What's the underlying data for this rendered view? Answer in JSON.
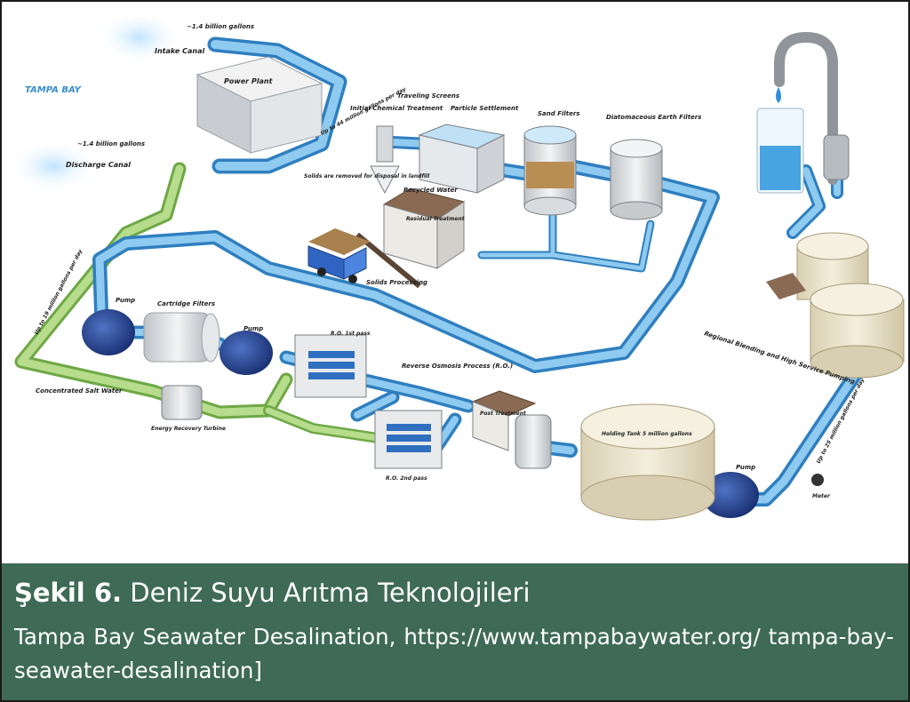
{
  "diagram": {
    "labels": {
      "tampa_bay": "TAMPA BAY",
      "intake_canal": "Intake Canal",
      "intake_flow": "~1.4 billion gallons",
      "discharge_canal": "Discharge Canal",
      "discharge_flow": "~1.4 billion gallons",
      "power_plant": "Power Plant",
      "up_to_44": "Up to 44 million gallons per day",
      "initial_chemical_treatment": "Initial Chemical Treatment",
      "traveling_screens": "Traveling Screens",
      "particle_settlement": "Particle Settlement",
      "sand_filters": "Sand Filters",
      "diatomaceous_earth_filters": "Diatomaceous Earth Filters",
      "solids_removed": "Solids are removed for disposal in landfill",
      "recycled_water": "Recycled Water",
      "residual_treatment": "Residual Treatment",
      "solids_processing": "Solids Processing",
      "up_to_19": "Up to 19 million gallons per day",
      "pump_1": "Pump",
      "cartridge_filters": "Cartridge Filters",
      "pump_2": "Pump",
      "ro_1st_pass": "R.O. 1st pass",
      "reverse_osmosis": "Reverse Osmosis Process (R.O.)",
      "concentrated_salt_water": "Concentrated Salt Water",
      "energy_recovery_turbine": "Energy Recovery Turbine",
      "ro_2nd_pass": "R.O. 2nd pass",
      "post_treatment": "Post Treatment",
      "holding_tank": "Holding Tank 5 million gallons",
      "regional_blending": "Regional Blending and High Service Pumping",
      "up_to_25": "Up to 25 million gallons per day",
      "pump_3": "Pump",
      "meter": "Meter"
    },
    "colors": {
      "pipe_blue": "#5aa9dc",
      "pipe_green": "#9ccc6e",
      "pump_navy": "#1f3f8a",
      "caption_bg": "#3e6a56"
    }
  },
  "caption": {
    "label": "Şekil 6.",
    "title": " Deniz Suyu Arıtma Teknolojileri",
    "source": "Tampa Bay Seawater Desalination, https://www.tampabaywater.org/ tampa-bay-seawater-desalination]"
  }
}
